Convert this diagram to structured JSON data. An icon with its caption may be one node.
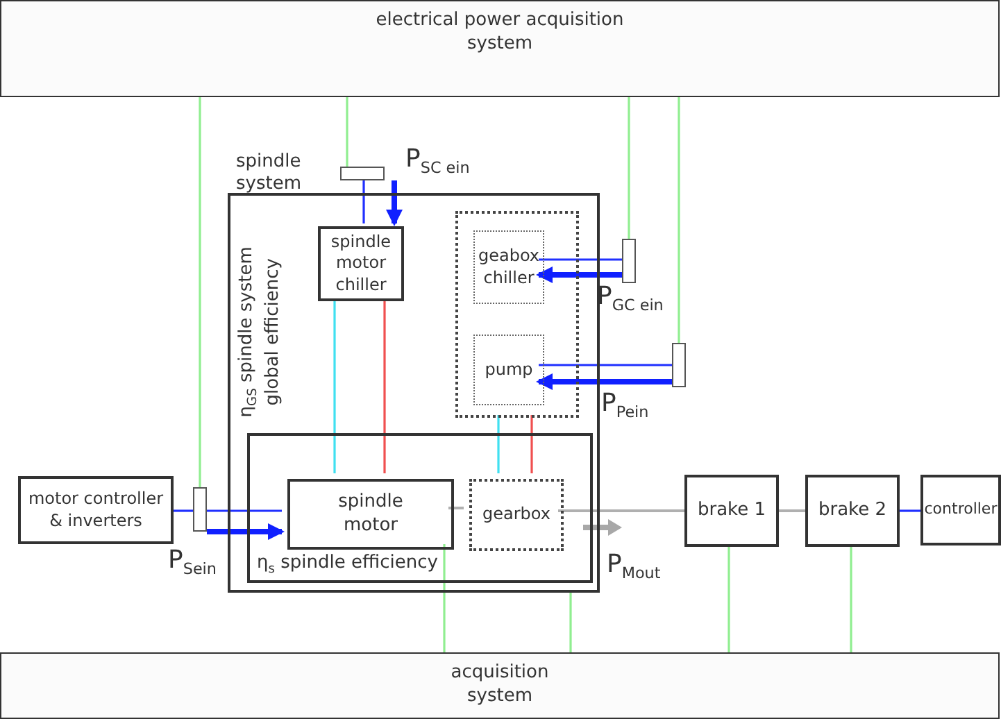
{
  "diagram": {
    "nodes": [
      {
        "text": [
          "electrical power acquisition system"
        ]
      },
      {
        "text": [
          "spindle system",
          "η$_{GS}$ spindle system global efficiency"
        ]
      },
      {
        "text": [
          "spindle motor chiller"
        ],
        "in": 1
      },
      {
        "text": [],
        "shape": "box",
        "in": 1
      },
      {
        "text": [
          "geabox chiller"
        ],
        "in": 3
      },
      {
        "text": [
          "pump"
        ],
        "in": 3
      },
      {
        "text": [
          "η$_{s}$ spindle efficiency"
        ],
        "in": 1
      },
      {
        "text": [
          "spindle motor"
        ],
        "in": 6
      },
      {
        "text": [
          "gearbox"
        ],
        "in": 6
      },
      {
        "text": [
          "motor controller & inverters"
        ]
      },
      {
        "text": [
          "brake 1"
        ]
      },
      {
        "text": [
          "brake 2"
        ]
      },
      {
        "text": [
          "controller"
        ]
      },
      {
        "text": [
          "acquisition system"
        ]
      },
      {
        "text": [],
        "shape": "box"
      },
      {
        "text": [],
        "shape": "box"
      },
      {
        "text": [],
        "shape": "box"
      },
      {
        "text": [],
        "shape": "box"
      }
    ],
    "edges": [
      {
        "from": 0,
        "to": 14,
        "arrow": "none"
      },
      {
        "from": 14,
        "to": 2,
        "arrow": "none",
        "color": "#2030ff"
      },
      {
        "from": 0,
        "to": 15,
        "arrow": "none"
      },
      {
        "from": 4,
        "to": 15,
        "arrow": "none",
        "color": "#2030ff"
      },
      {
        "from": 0,
        "to": 16,
        "arrow": "none"
      },
      {
        "from": 5,
        "to": 16,
        "arrow": "none",
        "color": "#2030ff"
      },
      {
        "from": 0,
        "to": 17,
        "arrow": "none"
      },
      {
        "from": 9,
        "to": 17,
        "arrow": "none",
        "color": "#2030ff"
      },
      {
        "from": 17,
        "to": 7,
        "arrow": "none",
        "color": "#2030ff"
      },
      {
        "from": 2,
        "to": 7,
        "arrow": "none",
        "color": "#40e0f0"
      },
      {
        "from": 2,
        "to": 7,
        "arrow": "none",
        "color": "#f05050"
      },
      {
        "from": 3,
        "to": 8,
        "arrow": "none",
        "color": "#40e0f0"
      },
      {
        "from": 3,
        "to": 8,
        "arrow": "none",
        "color": "#f05050"
      },
      {
        "from": 7,
        "to": 8,
        "arrow": "none",
        "color": "#b0b0b0"
      },
      {
        "from": 8,
        "to": 10,
        "arrow": "none",
        "color": "#b0b0b0"
      },
      {
        "from": 10,
        "to": 11,
        "arrow": "none",
        "color": "#b0b0b0"
      },
      {
        "from": 11,
        "to": 12,
        "arrow": "none",
        "color": "#2030ff"
      },
      {
        "from": 7,
        "to": 13,
        "arrow": "none"
      },
      {
        "from": 1,
        "to": 13,
        "arrow": "none"
      },
      {
        "from": 10,
        "to": 13,
        "arrow": "none"
      },
      {
        "from": 11,
        "to": 13,
        "arrow": "none"
      },
      {
        "from": 14,
        "to": 2,
        "arrow": "to",
        "style": "thick",
        "color": "#1020ff"
      },
      {
        "from": 15,
        "to": 4,
        "arrow": "to",
        "style": "thick",
        "color": "#1020ff"
      },
      {
        "from": 16,
        "to": 5,
        "arrow": "to",
        "style": "thick",
        "color": "#1020ff"
      },
      {
        "from": 17,
        "to": 7,
        "arrow": "to",
        "style": "thick",
        "color": "#1020ff"
      }
    ],
    "labels": [
      "P$_{SC ein}$",
      "P$_{GC ein}$",
      "P$_{Pein}$",
      "P$_{Sein}$",
      "P$_{Mout}$"
    ]
  }
}
